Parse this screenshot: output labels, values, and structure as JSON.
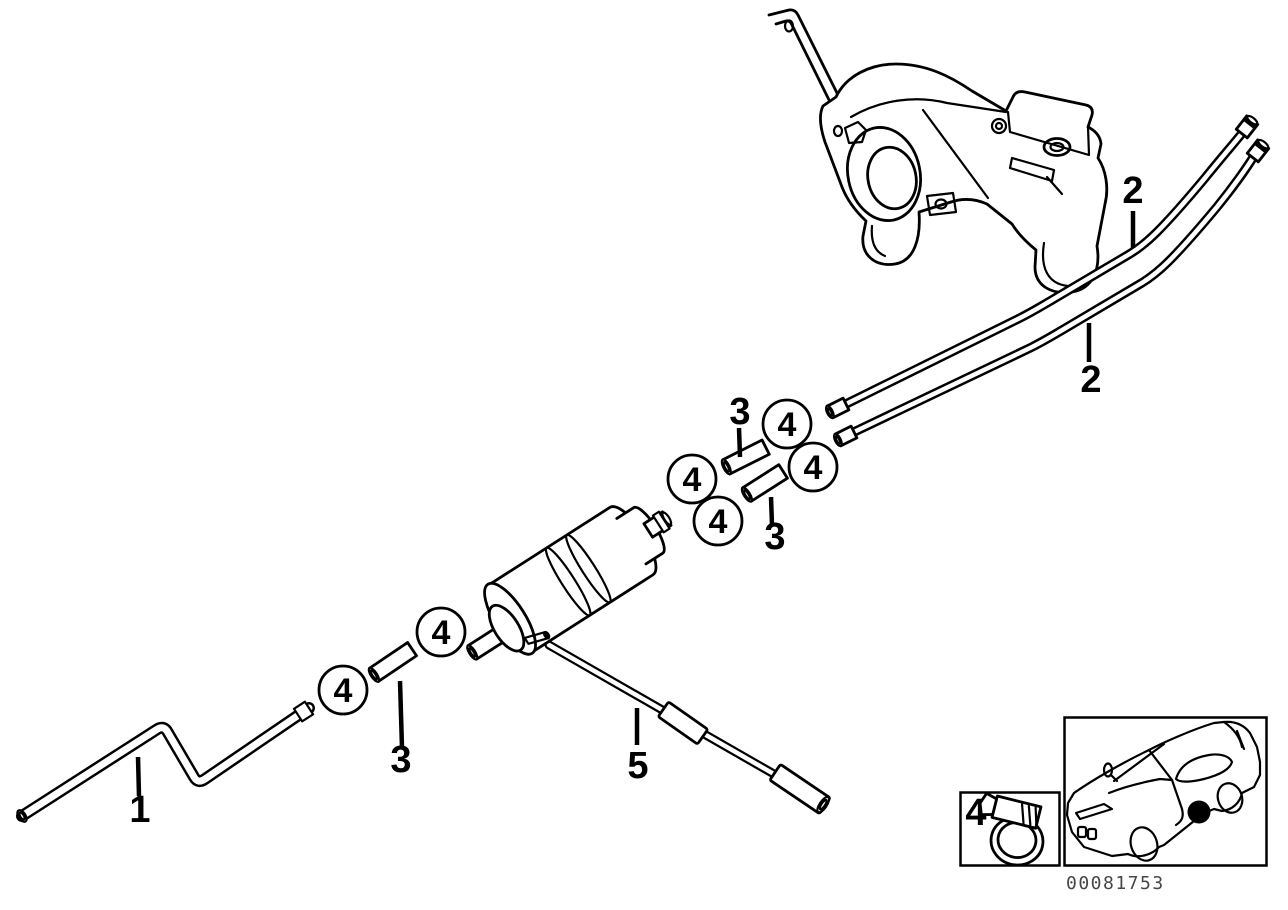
{
  "image_code": "00081753",
  "colors": {
    "ink": "#000000",
    "paper": "#ffffff",
    "code_text": "#474747"
  },
  "callouts": {
    "pipe1": "1",
    "line2_upper": "2",
    "line2_lower": "2",
    "hose3_top": "3",
    "hose3_mid": "3",
    "hose3_bottom_left": "3",
    "pipe5": "5",
    "clamp_circles": [
      "4",
      "4",
      "4",
      "4",
      "4",
      "4"
    ],
    "legend_clamp": "4"
  },
  "icons": {
    "tank": "fuel-tank-drawing",
    "filter": "fuel-filter-drawing",
    "clamp": "hose-clamp-icon",
    "car": "car-location-icon"
  }
}
